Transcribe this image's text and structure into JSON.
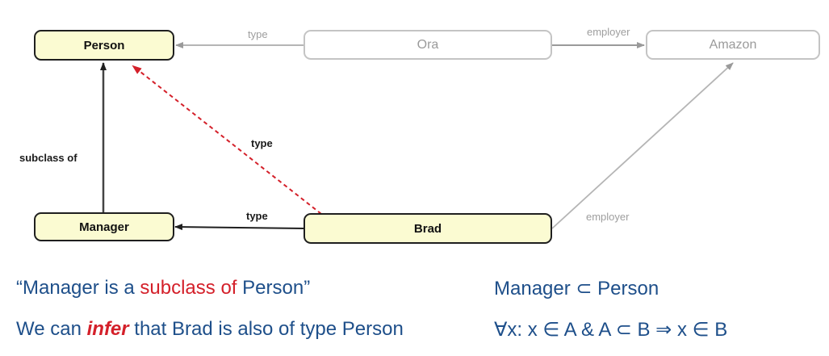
{
  "nodes": {
    "person": "Person",
    "ora": "Ora",
    "amazon": "Amazon",
    "manager": "Manager",
    "brad": "Brad"
  },
  "edges": {
    "ora_person": "type",
    "ora_amazon": "employer",
    "manager_person": "subclass of",
    "brad_manager": "type",
    "brad_person_inferred": "type",
    "brad_amazon": "employer"
  },
  "colors": {
    "node_fill": "#fbfbd2",
    "inferred_edge": "#d4202a",
    "text_blue": "#1e4f8a",
    "highlight_red": "#d4202a",
    "faded": "#b5b5b5"
  },
  "captions": {
    "line1": {
      "open_quote": "“",
      "part1": "Manager is a ",
      "highlight": "subclass of",
      "part2": " Person",
      "close_quote": "”"
    },
    "line2": {
      "part1": "We can ",
      "highlight": "infer",
      "part2": " that Brad is also of type Person"
    },
    "formula1": "Manager ⊂ Person",
    "formula2": "∀x: x ∈ A & A ⊂ B ⇒ x ∈ B"
  }
}
